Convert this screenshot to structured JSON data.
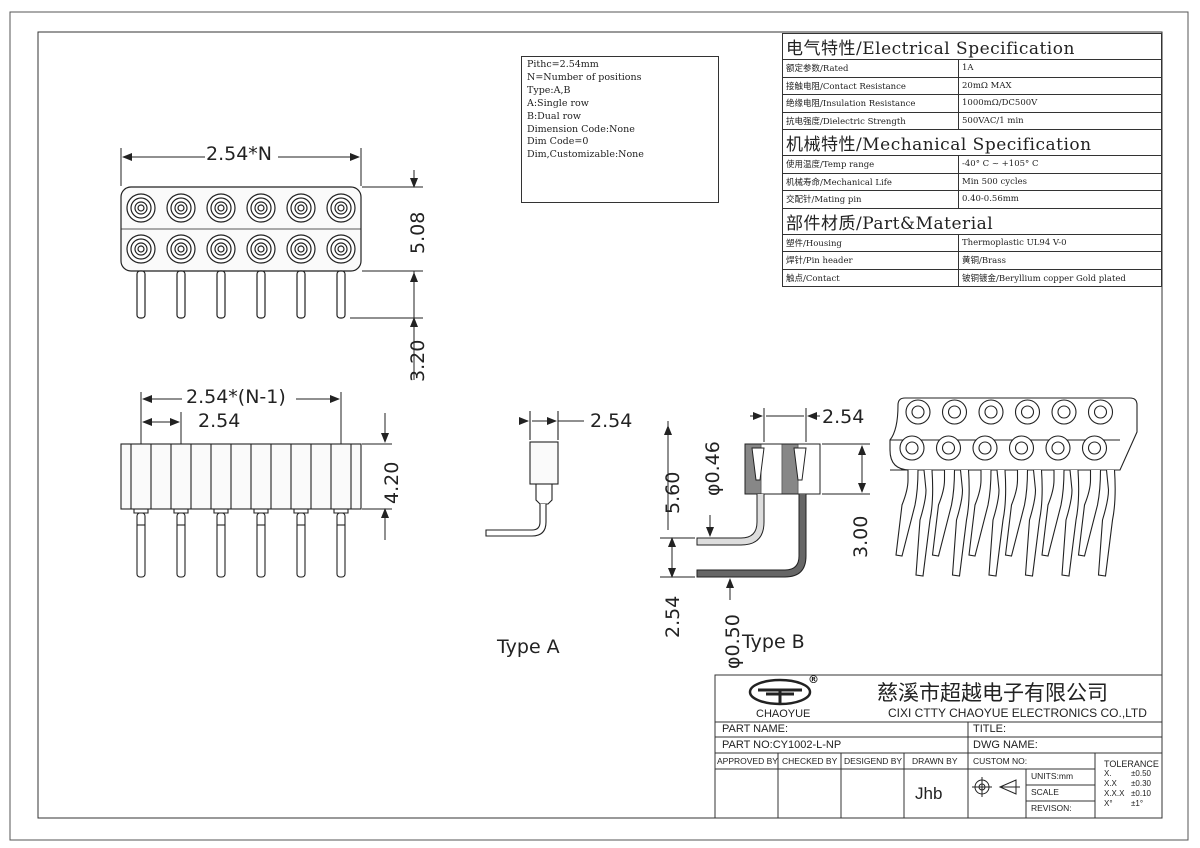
{
  "notes": [
    "Pithc=2.54mm",
    "N=Number of positions",
    "Type:A,B",
    "A:Single row",
    "B:Dual row",
    "Dimension Code:None",
    "Dim Code=0",
    "Dim,Customizable:None"
  ],
  "spec": {
    "electrical_title": "电气特性/Electrical Specification",
    "electrical": [
      {
        "name": "额定参数/Rated",
        "value": "1A"
      },
      {
        "name": "接触电阻/Contact Resistance",
        "value": "20mΩ MAX"
      },
      {
        "name": "绝缘电阻/Insulation Resistance",
        "value": "1000mΩ/DC500V"
      },
      {
        "name": "抗电强度/Dielectric Strength",
        "value": "500VAC/1 min"
      }
    ],
    "mechanical_title": "机械特性/Mechanical Specification",
    "mechanical": [
      {
        "name": "使用温度/Temp range",
        "value": "-40° C ~ +105° C"
      },
      {
        "name": "机械寿命/Mechanical Life",
        "value": "Min 500 cycles"
      },
      {
        "name": "交配针/Mating pin",
        "value": "0.40-0.56mm"
      }
    ],
    "material_title": "部件材质/Part&Material",
    "material": [
      {
        "name": "塑件/Housing",
        "value": "Thermoplastic UL94  V-0"
      },
      {
        "name": "焊针/Pin header",
        "value": "黄铜/Brass"
      },
      {
        "name": "触点/Contact",
        "value": "铍铜镀金/Beryllium copper Gold plated"
      }
    ]
  },
  "dims": {
    "top_width": "2.54*N",
    "top_height": "5.08",
    "pin_length": "3.20",
    "side_span": "2.54*(N-1)",
    "side_pitch": "2.54",
    "side_height": "4.20",
    "typeA_pitch": "2.54",
    "typeB_pitch": "2.54",
    "typeB_height": "5.60",
    "typeB_hole": "φ0.46",
    "typeB_body": "3.00",
    "typeB_pinrow": "2.54",
    "typeB_pin": "φ0.50"
  },
  "labels": {
    "type_a": "Type A",
    "type_b": "Type B"
  },
  "titleblock": {
    "logo_text": "CHAOYUE",
    "registered": "®",
    "company_cn": "慈溪市超越电子有限公司",
    "company_en": "CIXI CTTY CHAOYUE ELECTRONICS CO.,LTD",
    "part_name": "PART NAME:",
    "part_no": "PART NO:CY1002-L-NP",
    "title": "TITLE:",
    "dwg_name": "DWG NAME:",
    "approved_by": "APPROVED BY",
    "checked_by": "CHECKED BY",
    "designed_by": "DESIGEND BY",
    "drawn_by": "DRAWN BY",
    "drawn_value": "Jhb",
    "custom_no": "CUSTOM NO:",
    "units": "UNITS:mm",
    "scale": "SCALE",
    "revision": "REVISON:",
    "tolerance_title": "TOLERANCE",
    "tolerance": [
      {
        "k": "X.",
        "v": "±0.50"
      },
      {
        "k": "X.X",
        "v": "±0.30"
      },
      {
        "k": "X.X.X",
        "v": "±0.10"
      },
      {
        "k": "X°",
        "v": "±1°"
      }
    ]
  }
}
